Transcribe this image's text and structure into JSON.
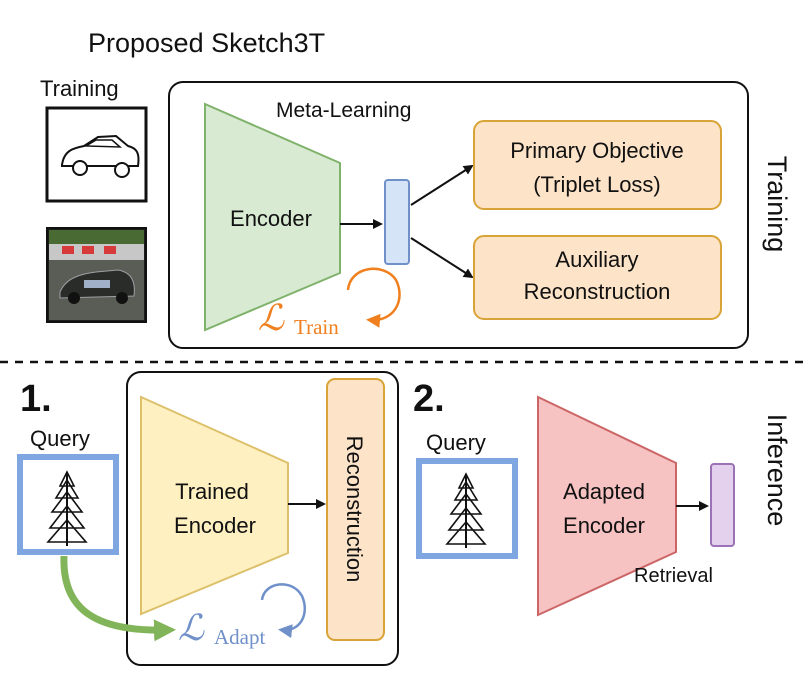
{
  "title": "Proposed Sketch3T",
  "training": {
    "section_label": "Training",
    "input_label": "Training",
    "box_title": "Meta-Learning",
    "encoder_label": "Encoder",
    "primary_line1": "Primary Objective",
    "primary_line2": "(Triplet Loss)",
    "aux_line1": "Auxiliary",
    "aux_line2": "Reconstruction",
    "loss_symbol": "ℒ",
    "loss_subscript": "Train"
  },
  "inference": {
    "section_label": "Inference",
    "step1": "1.",
    "step2": "2.",
    "query1_label": "Query",
    "query2_label": "Query",
    "trained_line1": "Trained",
    "trained_line2": "Encoder",
    "reconstruction": "Reconstruction",
    "adapted_line1": "Adapted",
    "adapted_line2": "Encoder",
    "retrieval": "Retrieval",
    "loss_symbol": "ℒ",
    "loss_subscript": "Adapt"
  },
  "colors": {
    "green_fill": "#d9ead3",
    "green_stroke": "#7fb26a",
    "orange_fill": "#fde3c8",
    "orange_stroke": "#d9a437",
    "orange_loss": "#f07f1e",
    "blue_feature_fill": "#d6e4f7",
    "blue_feature_stroke": "#6f90c9",
    "yellow_fill": "#fff0c2",
    "yellow_stroke": "#dcc06a",
    "red_fill": "#f6c2c2",
    "red_stroke": "#cc6666",
    "purple_fill": "#e3d1ee",
    "purple_stroke": "#9a72b5",
    "step_blue": "#7f9bcf",
    "query_frame": "#7fa6e0",
    "adapt_arrow": "#82b55a"
  }
}
